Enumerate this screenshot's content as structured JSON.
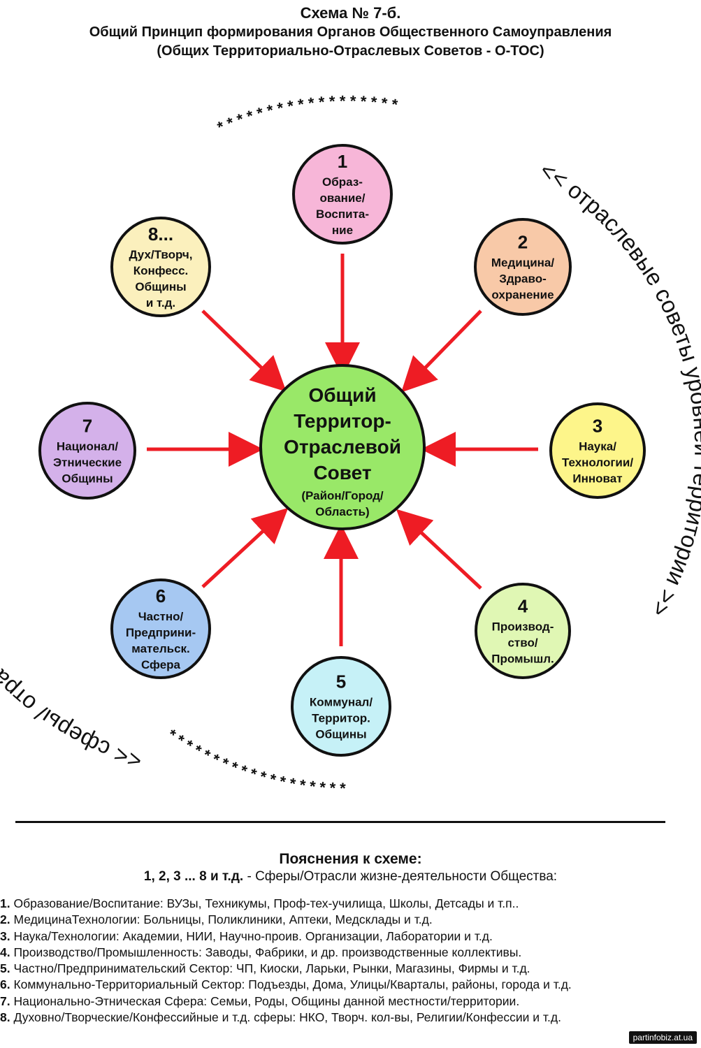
{
  "header": {
    "title": "Схема № 7-б.",
    "subtitle_line1": "Общий Принцип формирования Органов Общественного Самоуправления",
    "subtitle_line2": "(Общих Территориально-Отраслевых Советов - О-ТОС)"
  },
  "diagram": {
    "center": {
      "lines": [
        "Общий",
        "Территор-",
        "Отраслевой",
        "Совет"
      ],
      "sub_lines": [
        "(Район/Город/",
        "Область)"
      ],
      "color": "#99e868"
    },
    "nodes": [
      {
        "id": "1",
        "number": "1",
        "lines": [
          "Образ-",
          "ование/",
          "Воспита-",
          "ние"
        ],
        "color": "#f7b6d8"
      },
      {
        "id": "2",
        "number": "2",
        "lines": [
          "Медицина/",
          "Здраво-",
          "охранение"
        ],
        "color": "#f8c9a8"
      },
      {
        "id": "3",
        "number": "3",
        "lines": [
          "Наука/",
          "Технологии/",
          "Инноват"
        ],
        "color": "#fdf58a"
      },
      {
        "id": "4",
        "number": "4",
        "lines": [
          "Производ-",
          "ство/",
          "Промышл."
        ],
        "color": "#e0f7b4"
      },
      {
        "id": "5",
        "number": "5",
        "lines": [
          "Коммунал/",
          "Территор.",
          "Общины"
        ],
        "color": "#c6f1f7"
      },
      {
        "id": "6",
        "number": "6",
        "lines": [
          "Частно/",
          "Предприни-",
          "мательск.",
          "Сфера"
        ],
        "color": "#a6c8f2"
      },
      {
        "id": "7",
        "number": "7",
        "lines": [
          "Национал/",
          "Этнические",
          "Общины"
        ],
        "color": "#d4b1ea"
      },
      {
        "id": "8",
        "number": "8...",
        "lines": [
          "Дух/Творч,",
          "Конфесс.",
          "Общины",
          "и т.д."
        ],
        "color": "#fbf0bd"
      }
    ],
    "arrow_color": "#ee1c24",
    "left_arc_text": "<< сферы/ отрасли жизнедеятельности общества >>",
    "right_arc_text": "<< отраслевые советы уровней территории >>",
    "top_stars": "* * * * * * * * * * * * * * * * * *",
    "bottom_stars": "* * * * * * * * * * * * * * * * * * *"
  },
  "explanations": {
    "title": "Пояснения к схеме:",
    "subtitle_bold": "1, 2, 3 ... 8 и т.д.",
    "subtitle_rest": " - Сферы/Отрасли жизне-деятельности Общества:",
    "items": [
      {
        "num": "1.",
        "text": " Образование/Воспитание: ВУЗы, Техникумы, Проф-тех-училища, Школы, Детсады и т.п.."
      },
      {
        "num": "2.",
        "text": " МедицинаТехнологии: Больницы, Поликлиники, Аптеки, Медсклады и т.д."
      },
      {
        "num": "3.",
        "text": " Наука/Технологии: Академии, НИИ, Научно-проив. Организации, Лаборатории и т.д."
      },
      {
        "num": "4.",
        "text": " Производство/Промышленность: Заводы, Фабрики, и др. производственные коллективы."
      },
      {
        "num": "5.",
        "text": " Частно/Предпринимательский Сектор: ЧП, Киоски, Ларьки, Рынки, Магазины, Фирмы и т.д."
      },
      {
        "num": "6.",
        "text": " Коммунально-Территориальный Сектор: Подъезды, Дома, Улицы/Кварталы, районы, города и т.д."
      },
      {
        "num": "7.",
        "text": " Национально-Этническая Сфера: Семьи, Роды, Общины данной местности/территории."
      },
      {
        "num": "8.",
        "text": " Духовно/Творческие/Конфессийные и т.д. сферы: НКО, Творч. кол-вы, Религии/Конфессии и т.д."
      }
    ]
  },
  "footer": {
    "site": "partinfobiz.at.ua"
  }
}
